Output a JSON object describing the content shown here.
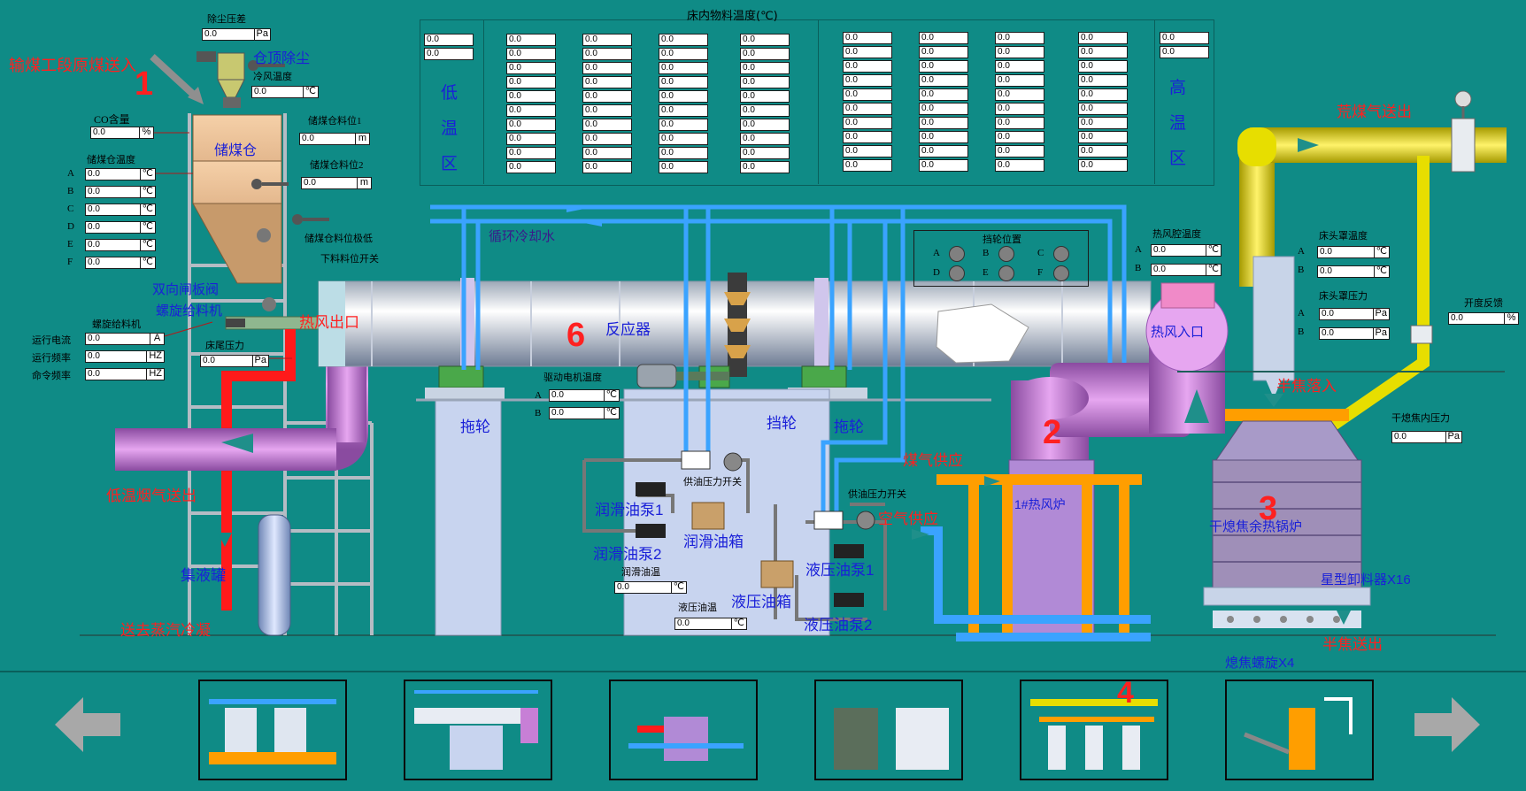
{
  "colors": {
    "background": "#0f8b86",
    "pipe_purple": "#c77fd6",
    "pipe_yellow": "#e7de00",
    "pipe_red": "#ff1a1a",
    "pipe_blue": "#3aa3ff",
    "pipe_orange": "#ff9e00",
    "label_blue": "#1a20d8",
    "label_red": "#ff2020"
  },
  "header": {
    "bed_title": "床内物料温度(℃)",
    "low_zone": [
      "低",
      "温",
      "区"
    ],
    "high_zone": [
      "高",
      "温",
      "区"
    ]
  },
  "bed": {
    "low_side": [
      "0.0",
      "0.0"
    ],
    "high_side": [
      "0.0",
      "0.0"
    ],
    "left_grid": [
      [
        "0.0",
        "0.0",
        "0.0",
        "0.0",
        "0.0",
        "0.0",
        "0.0",
        "0.0",
        "0.0",
        "0.0"
      ],
      [
        "0.0",
        "0.0",
        "0.0",
        "0.0",
        "0.0",
        "0.0",
        "0.0",
        "0.0",
        "0.0",
        "0.0"
      ],
      [
        "0.0",
        "0.0",
        "0.0",
        "0.0",
        "0.0",
        "0.0",
        "0.0",
        "0.0",
        "0.0",
        "0.0"
      ],
      [
        "0.0",
        "0.0",
        "0.0",
        "0.0",
        "0.0",
        "0.0",
        "0.0",
        "0.0",
        "0.0",
        "0.0"
      ]
    ],
    "right_grid": [
      [
        "0.0",
        "0.0",
        "0.0",
        "0.0",
        "0.0",
        "0.0",
        "0.0",
        "0.0",
        "0.0",
        "0.0"
      ],
      [
        "0.0",
        "0.0",
        "0.0",
        "0.0",
        "0.0",
        "0.0",
        "0.0",
        "0.0",
        "0.0",
        "0.0"
      ],
      [
        "0.0",
        "0.0",
        "0.0",
        "0.0",
        "0.0",
        "0.0",
        "0.0",
        "0.0",
        "0.0",
        "0.0"
      ],
      [
        "0.0",
        "0.0",
        "0.0",
        "0.0",
        "0.0",
        "0.0",
        "0.0",
        "0.0",
        "0.0",
        "0.0"
      ]
    ]
  },
  "left": {
    "dust_pressure_label": "除尘压差",
    "dust_pressure": "0.0",
    "unit_pa": "Pa",
    "silo_dust_label": "仓顶除尘",
    "cold_air_temp_label": "冷风温度",
    "cold_air_temp": "0.0",
    "unit_c": "℃",
    "coal_in": "输煤工段原煤送入",
    "num1": "1",
    "co_label": "CO含量",
    "co_value": "0.0",
    "unit_pct": "%",
    "silo_name": "储煤仓",
    "silo_level1_label": "储煤仓料位1",
    "silo_level1": "0.0",
    "unit_m": "m",
    "silo_level2_label": "储煤仓料位2",
    "silo_level2": "0.0",
    "silo_temp_label": "储煤仓温度",
    "silo_temps": [
      {
        "k": "A",
        "v": "0.0"
      },
      {
        "k": "B",
        "v": "0.0"
      },
      {
        "k": "C",
        "v": "0.0"
      },
      {
        "k": "D",
        "v": "0.0"
      },
      {
        "k": "E",
        "v": "0.0"
      },
      {
        "k": "F",
        "v": "0.0"
      }
    ],
    "silo_low_label": "储煤仓料位极低",
    "discharge_label": "下料料位开关",
    "gate_label": "双向闸板阀",
    "screw_label": "螺旋给料机",
    "screw_box_label": "螺旋给料机",
    "run_current_label": "运行电流",
    "run_current": "0.0",
    "unit_a": "A",
    "run_freq_label": "运行频率",
    "run_freq": "0.0",
    "unit_hz": "HZ",
    "cmd_freq_label": "命令频率",
    "cmd_freq": "0.0",
    "tail_pressure_label": "床尾压力",
    "tail_pressure": "0.0",
    "hot_out": "热风出口",
    "flue_out": "低温烟气送出",
    "tank_label": "集液罐",
    "steam_out": "送去蒸汽冷凝"
  },
  "center": {
    "cooling_water": "循环冷却水",
    "num6": "6",
    "reactor": "反应器",
    "roller1": "拖轮",
    "roller2": "挡轮",
    "roller3": "拖轮",
    "motor_temp_label": "驱动电机温度",
    "motor_temp_a": "0.0",
    "motor_temp_b": "0.0",
    "oil_pressure_switch1": "供油压力开关",
    "oil_pressure_switch2": "供油压力开关",
    "lube_pump1": "润滑油泵1",
    "lube_pump2": "润滑油泵2",
    "lube_tank": "润滑油箱",
    "lube_temp_label": "润滑油温",
    "lube_temp": "0.0",
    "hyd_tank": "液压油箱",
    "hyd_temp_label": "液压油温",
    "hyd_temp": "0.0",
    "hyd_pump1": "液压油泵1",
    "hyd_pump2": "液压油泵2",
    "gear_title": "挡轮位置",
    "gear_items": [
      "A",
      "B",
      "C",
      "D",
      "E",
      "F"
    ]
  },
  "right": {
    "hot_air_temp_label": "热风腔温度",
    "hot_air_temp_a": "0.0",
    "hot_air_temp_b": "0.0",
    "hot_in": "热风入口",
    "num2": "2",
    "gas_supply": "煤气供应",
    "air_supply": "空气供应",
    "furnace_label": "1#热风炉",
    "head_temp_label": "床头罩温度",
    "head_temp_a": "0.0",
    "head_temp_b": "0.0",
    "head_pressure_label": "床头罩压力",
    "head_pressure_a": "0.0",
    "head_pressure_b": "0.0",
    "raw_gas_out": "荒煤气送出",
    "opening_label": "开度反馈",
    "opening_value": "0.0",
    "semicoke_in": "半焦落入",
    "dry_pressure_label": "干熄焦内压力",
    "dry_pressure": "0.0",
    "num3": "3",
    "boiler_label": "干熄焦余热锅炉",
    "star_feeder": "星型卸料器X16",
    "semicoke_out": "半焦送出",
    "screw_x4": "熄焦螺旋X4",
    "num4": "4"
  },
  "nav": {
    "prev": "prev-arrow",
    "next": "next-arrow",
    "thumbs": [
      "thumb-1",
      "thumb-2",
      "thumb-3",
      "thumb-4",
      "thumb-5",
      "thumb-6"
    ]
  }
}
